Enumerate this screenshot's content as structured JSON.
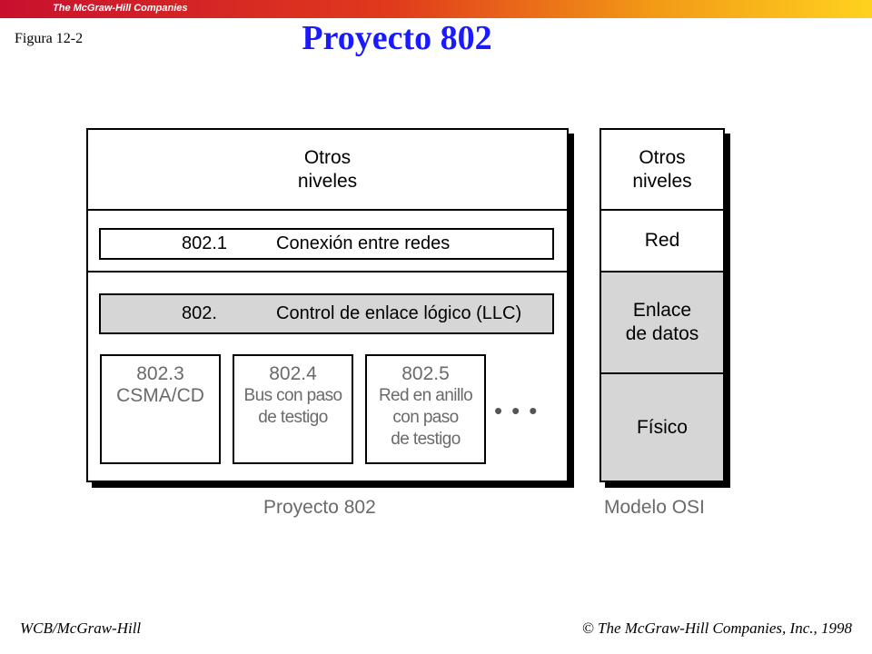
{
  "header": {
    "publisher": "The McGraw-Hill Companies",
    "figure_label": "Figura 12-2",
    "title": "Proyecto 802"
  },
  "project802": {
    "top": "Otros\nniveles",
    "row1": {
      "code": "802.1",
      "name": "Conexión entre redes"
    },
    "row2": {
      "code": "802.",
      "name": "Control de enlace lógico (LLC)"
    },
    "subs": [
      {
        "code": "802.3",
        "desc": "CSMA/CD"
      },
      {
        "code": "802.4",
        "desc": "Bus con paso\nde testigo"
      },
      {
        "code": "802.5",
        "desc": "Red en anillo\ncon paso\nde testigo"
      }
    ],
    "ellipsis": "•••",
    "caption": "Proyecto 802"
  },
  "osi": {
    "layers": [
      {
        "label": "Otros\nniveles",
        "shaded": false
      },
      {
        "label": "Red",
        "shaded": false
      },
      {
        "label": "Enlace\nde datos",
        "shaded": true
      },
      {
        "label": "Físico",
        "shaded": true
      }
    ],
    "caption": "Modelo OSI"
  },
  "footer": {
    "left": "WCB/McGraw-Hill",
    "right": "© The McGraw-Hill Companies, Inc., 1998"
  },
  "colors": {
    "title": "#1a1aff",
    "shade": "#d6d6d6",
    "secondary_text": "#6a6a6a"
  }
}
